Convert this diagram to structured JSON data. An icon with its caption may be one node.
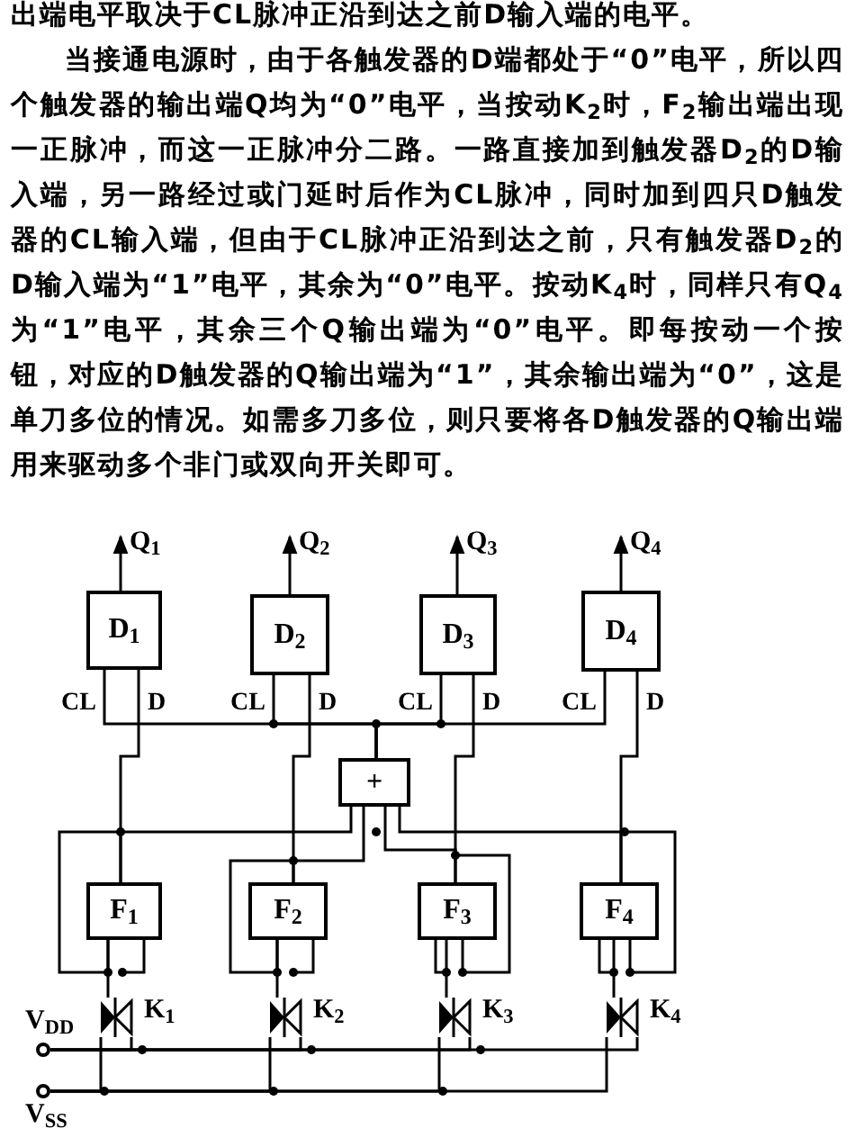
{
  "diagram": {
    "nodes": [
      {
        "text": [
          "D$_{1}$"
        ]
      },
      {
        "text": [
          "D$_{2}$"
        ]
      },
      {
        "text": [
          "D$_{3}$"
        ]
      },
      {
        "text": [
          "D$_{4}$"
        ]
      },
      {
        "text": [
          "+"
        ]
      },
      {
        "text": [
          "F$_{1}$"
        ]
      },
      {
        "text": [
          "F$_{2}$"
        ]
      },
      {
        "text": [
          "F$_{3}$"
        ]
      },
      {
        "text": [
          "F$_{4}$"
        ]
      },
      {
        "text": [],
        "shape": "switch",
        "beside": [
          "K$_{1}$"
        ]
      },
      {
        "text": [],
        "shape": "switch",
        "beside": [
          "K$_{2}$"
        ]
      },
      {
        "text": [],
        "shape": "switch",
        "beside": [
          "K$_{3}$"
        ]
      },
      {
        "text": [],
        "shape": "switch",
        "beside": [
          "K$_{4}$"
        ]
      },
      {
        "text": [],
        "shape": "circle",
        "beside": [
          "V$_{DD}$"
        ]
      },
      {
        "text": [],
        "shape": "circle",
        "beside": [
          "V$_{SS}$"
        ]
      }
    ],
    "edges": [
      {
        "from": 0,
        "to": null,
        "arrow": "to",
        "label": "Q$_{1}$"
      },
      {
        "from": 1,
        "to": null,
        "arrow": "to",
        "label": "Q$_{2}$"
      },
      {
        "from": 2,
        "to": null,
        "arrow": "to",
        "label": "Q$_{3}$"
      },
      {
        "from": 3,
        "to": null,
        "arrow": "to",
        "label": "Q$_{4}$"
      },
      {
        "from": 5,
        "to": 0,
        "arrow": "none"
      },
      {
        "from": 6,
        "to": 1,
        "arrow": "none"
      },
      {
        "from": 7,
        "to": 2,
        "arrow": "none"
      },
      {
        "from": 8,
        "to": 3,
        "arrow": "none"
      },
      {
        "from": 5,
        "to": 4,
        "arrow": "none"
      },
      {
        "from": 6,
        "to": 4,
        "arrow": "none"
      },
      {
        "from": 7,
        "to": 4,
        "arrow": "none"
      },
      {
        "from": 8,
        "to": 4,
        "arrow": "none"
      },
      {
        "from": 4,
        "to": 0,
        "arrow": "none"
      },
      {
        "from": 4,
        "to": 1,
        "arrow": "none"
      },
      {
        "from": 4,
        "to": 2,
        "arrow": "none"
      },
      {
        "from": 4,
        "to": 3,
        "arrow": "none"
      },
      {
        "from": 5,
        "to": 9,
        "arrow": "none"
      },
      {
        "from": 6,
        "to": 10,
        "arrow": "none"
      },
      {
        "from": 7,
        "to": 11,
        "arrow": "none"
      },
      {
        "from": 8,
        "to": 12,
        "arrow": "none"
      },
      {
        "from": 9,
        "to": 13,
        "arrow": "none"
      },
      {
        "from": 10,
        "to": 13,
        "arrow": "none"
      },
      {
        "from": 11,
        "to": 13,
        "arrow": "none"
      },
      {
        "from": 12,
        "to": 13,
        "arrow": "none"
      },
      {
        "from": 9,
        "to": 14,
        "arrow": "none"
      },
      {
        "from": 10,
        "to": 14,
        "arrow": "none"
      },
      {
        "from": 11,
        "to": 14,
        "arrow": "none"
      },
      {
        "from": 12,
        "to": 14,
        "arrow": "none"
      }
    ],
    "labels": [
      "出端电平取决于CL脉冲正沿到达之前D输入端的电平。",
      "当接通电源时，由于各触发器的D端都处于“0”电平，所以四个触发器的输出端Q均为“0”电平，当按动K$_{2}$时，F$_{2}$输出端出现一正脉冲，而这一正脉冲分二路。一路直接加到触发器D$_{2}$的D输入端，另一路经过或门延时后作为CL脉冲，同时加到四只D触发器的CL输入端，但由于CL脉冲正沿到达之前，只有触发器D$_{2}$的D输入端为“1”电平，其余为“0”电平。按动K$_{4}$时，同样只有Q$_{4}$为“1”电平，其余三个Q输出端为“0”电平。即每按动一个按钮，对应的D触发器的Q输出端为“1”，其余输出端为“0”，这是单刀多位的情况。如需多刀多位，则只要将各D触发器的Q输出端用来驱动多个非门或双向开关即可。",
      "CL",
      "D",
      "CL",
      "D",
      "CL",
      "D",
      "CL",
      "D"
    ]
  }
}
